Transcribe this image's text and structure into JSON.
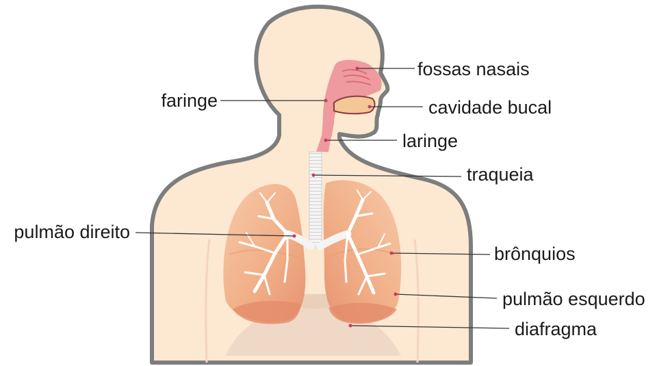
{
  "labels": {
    "fossas_nasais": "fossas nasais",
    "faringe": "faringe",
    "cavidade_bucal": "cavidade bucal",
    "laringe": "laringe",
    "traqueia": "traqueia",
    "pulmao_direito": "pulmão direito",
    "bronquios": "brônquios",
    "pulmao_esquerdo": "pulmão esquerdo",
    "diafragma": "diafragma"
  },
  "colors": {
    "skin": "#fde8d2",
    "outline": "#7d7d7d",
    "airway": "#ef9a9f",
    "lung": "#f2b58e",
    "bronchi": "#ffffff",
    "diaphragm": "#f0d8c6"
  }
}
